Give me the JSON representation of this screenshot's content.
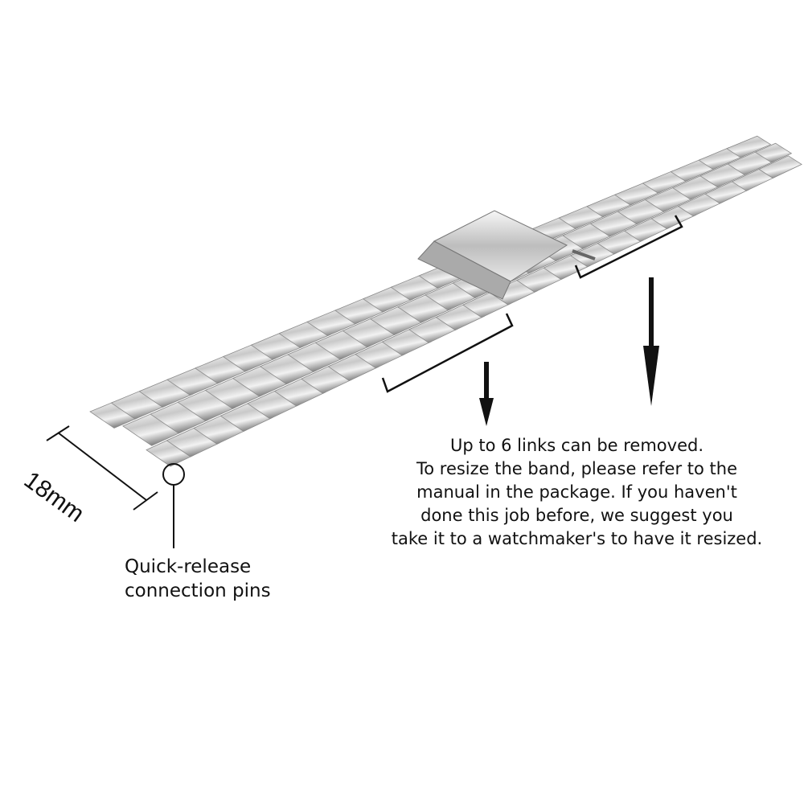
{
  "annotations": {
    "width_label": "18mm",
    "pins_label": [
      "Quick-release",
      "connection pins"
    ],
    "removal_note": [
      "Up to 6 links can be removed.",
      "To resize the band, please refer to the",
      "manual in the package. If you haven't",
      "done this job before, we suggest you",
      "take it to a watchmaker's to have it resized."
    ]
  },
  "colors": {
    "metal_light": "#f4f4f4",
    "metal_mid": "#c8c8c8",
    "metal_dark": "#7a7a7a",
    "ink": "#111111"
  }
}
